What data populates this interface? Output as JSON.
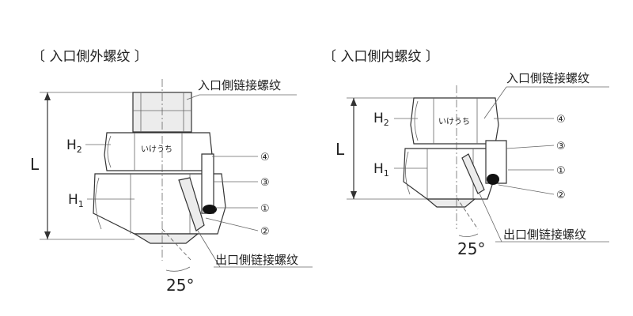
{
  "left": {
    "title": "〔 入口側外螺纹 〕",
    "inlet_label": "入口側链接螺纹",
    "outlet_label": "出口側链接螺纹",
    "dim_L": "L",
    "h2": {
      "main": "H",
      "sub": "2"
    },
    "h1": {
      "main": "H",
      "sub": "1"
    },
    "marking": "いけうち",
    "angle": "25°",
    "callouts": [
      "④",
      "③",
      "①",
      "②"
    ]
  },
  "right": {
    "title": "〔 入口側内螺纹 〕",
    "inlet_label": "入口側链接螺纹",
    "outlet_label": "出口側链接螺纹",
    "dim_L": "L",
    "h2": {
      "main": "H",
      "sub": "2"
    },
    "h1": {
      "main": "H",
      "sub": "1"
    },
    "marking": "いけうち",
    "angle": "25°",
    "callouts": [
      "④",
      "③",
      "①",
      "②"
    ]
  }
}
